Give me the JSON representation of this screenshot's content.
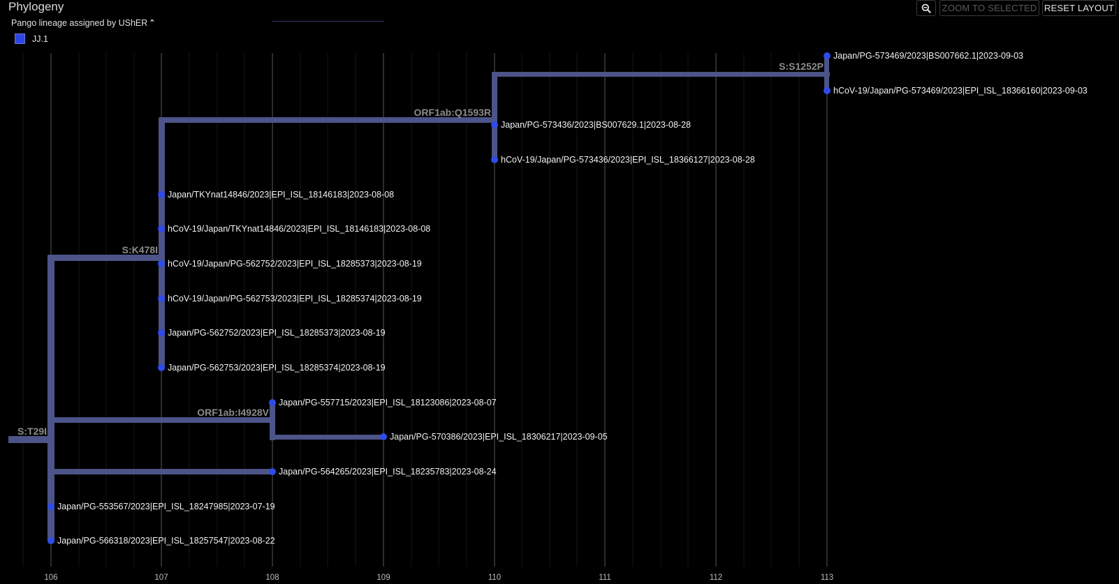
{
  "header": {
    "title": "Phylogeny",
    "zoom_out_icon": "zoom-out-icon",
    "zoom_to_selected_label": "ZOOM TO SELECTED",
    "reset_layout_label": "RESET LAYOUT"
  },
  "legend": {
    "title": "Pango lineage assigned by UShER",
    "toggle_icon": "chevron-up-icon",
    "items": [
      {
        "label": "JJ.1",
        "color": "#2f46e6"
      }
    ]
  },
  "colors": {
    "branch": "#4c5489",
    "node": "#2f4be8",
    "grid_major": "#2a2a2a",
    "grid_minor": "#151515",
    "mutation_label": "#8c8c8c"
  },
  "chart_data": {
    "type": "phylogenetic-tree",
    "xlabel": "",
    "x_ticks": [
      106,
      107,
      108,
      109,
      110,
      111,
      112,
      113
    ],
    "x_range": [
      105.75,
      113
    ],
    "grid": "major at integers, minor every 0.25",
    "mutations": [
      {
        "label": "S:T29I",
        "x": 106
      },
      {
        "label": "S:K478I",
        "x": 107
      },
      {
        "label": "ORF1ab:Q1593R",
        "x": 110
      },
      {
        "label": "S:S1252P",
        "x": 113
      },
      {
        "label": "ORF1ab:I4928V",
        "x": 108
      }
    ],
    "leaves": [
      {
        "label": "Japan/PG-573469/2023|BS007662.1|2023-09-03",
        "x": 113
      },
      {
        "label": "hCoV-19/Japan/PG-573469/2023|EPI_ISL_18366160|2023-09-03",
        "x": 113
      },
      {
        "label": "Japan/PG-573436/2023|BS007629.1|2023-08-28",
        "x": 110
      },
      {
        "label": "hCoV-19/Japan/PG-573436/2023|EPI_ISL_18366127|2023-08-28",
        "x": 110
      },
      {
        "label": "Japan/TKYnat14846/2023|EPI_ISL_18146183|2023-08-08",
        "x": 107
      },
      {
        "label": "hCoV-19/Japan/TKYnat14846/2023|EPI_ISL_18146183|2023-08-08",
        "x": 107
      },
      {
        "label": "hCoV-19/Japan/PG-562752/2023|EPI_ISL_18285373|2023-08-19",
        "x": 107
      },
      {
        "label": "hCoV-19/Japan/PG-562753/2023|EPI_ISL_18285374|2023-08-19",
        "x": 107
      },
      {
        "label": "Japan/PG-562752/2023|EPI_ISL_18285373|2023-08-19",
        "x": 107
      },
      {
        "label": "Japan/PG-562753/2023|EPI_ISL_18285374|2023-08-19",
        "x": 107
      },
      {
        "label": "Japan/PG-557715/2023|EPI_ISL_18123086|2023-08-07",
        "x": 108
      },
      {
        "label": "Japan/PG-570386/2023|EPI_ISL_18306217|2023-09-05",
        "x": 109
      },
      {
        "label": "Japan/PG-564265/2023|EPI_ISL_18235783|2023-08-24",
        "x": 108
      },
      {
        "label": "Japan/PG-553567/2023|EPI_ISL_18247985|2023-07-19",
        "x": 106
      },
      {
        "label": "Japan/PG-566318/2023|EPI_ISL_18257547|2023-08-22",
        "x": 106
      }
    ]
  }
}
